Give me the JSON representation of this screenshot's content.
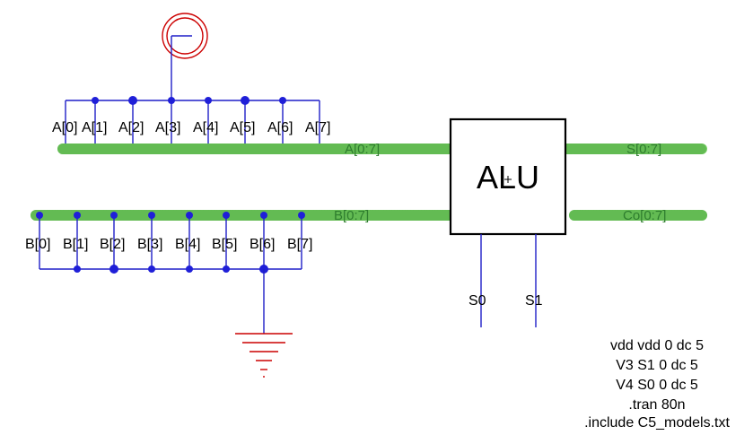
{
  "bus_a_bits": [
    "A[0]",
    "A[1]",
    "A[2]",
    "A[3]",
    "A[4]",
    "A[5]",
    "A[6]",
    "A[7]"
  ],
  "bus_b_bits": [
    "B[0]",
    "B[1]",
    "B[2]",
    "B[3]",
    "B[4]",
    "B[5]",
    "B[6]",
    "B[7]"
  ],
  "bus_a_label": "A[0:7]",
  "bus_b_label": "B[0:7]",
  "bus_s_label": "S[0:7]",
  "bus_co_label": "Co[0:7]",
  "alu_label": "ALU",
  "select_pins": [
    "S0",
    "S1"
  ],
  "spice_directives": [
    "vdd vdd 0 dc 5",
    "V3 S1 0 dc 5",
    "V4 S0 0 dc 5",
    ".tran 80n",
    ".include C5_models.txt"
  ],
  "colors": {
    "wire": "#1f1fc8",
    "bus": "#7cd36a",
    "bus_text": "#2e7d2e",
    "vdd_symbol": "#cc0000",
    "ground_symbol": "#cc0000"
  },
  "icons": [
    "vdd-source-icon",
    "ground-icon"
  ]
}
